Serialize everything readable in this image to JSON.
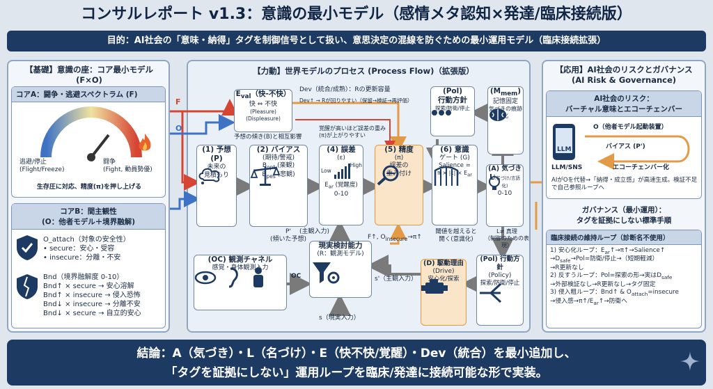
{
  "title": "コンサルレポート v1.3：意識の最小モデル（感情メタ認知×発達/臨床接続版）",
  "purpose": "目的：AI社会の「意味・納得」タグを制御信号として扱い、意思決定の混線を防ぐための最小運用モデル（臨床接続拡張）",
  "left": {
    "header": "【基礎】意識の座：コア最小モデル",
    "header2": "(F×O)",
    "coreA": {
      "title": "コアA：闘争・逃避スペクトラム (F)",
      "left_label": "逃避/停止",
      "left_label2": "(Flight/Freeze)",
      "right_label": "闘争",
      "right_label2": "(Fight, 動員勢優)",
      "caption": "生存圧に対応、精度(π)を押し上げる"
    },
    "coreB": {
      "title": "コアB：間主観性",
      "subtitle": "(O：他者モデル＋境界融解)",
      "o_attach": "O_attach（対象の安全性）",
      "secure": "• secure：安心・受容",
      "insecure": "• insecure：分離・不安",
      "bnd": "Bnd（境界融解度 0-10）",
      "rows": [
        "Bnd↑ × secure → 安心溶解",
        "Bnd↑ × insecure → 侵入恐怖",
        "Bnd↓ × insecure → 分離不安",
        "Bnd↓ × secure → 自立的安心"
      ]
    }
  },
  "center": {
    "header": "【力動】世界モデルのプロセス (Process Flow)（拡張版）",
    "eval": {
      "title": "E",
      "sub": "val",
      "title2": "（快-不快）",
      "kai": "快",
      "fukai": "不快",
      "pleasure": "(Pleasure)",
      "displeasure": "(Displeasure)",
      "note": "予想の傾き(B)と相互影響"
    },
    "dev": "Dev（統合/成熟）：Rの更新容量",
    "dev2": "Dev↑ → Rが回りやすい（保留→検証→再評価）",
    "arousal_note": "覚醒が高いほど誤差の重み(π)が上がりやすい",
    "pol_top": {
      "title": "(Pol)",
      "title2": "行動方針",
      "caption": "探索/防衛/停止"
    },
    "mmem": {
      "title": "(M",
      "sub": "mem",
      "title2": ")",
      "title3": "記憶固定",
      "caption": "気づきの痕跡化"
    },
    "n1": {
      "title": "(1) 予想",
      "title2": "(P)",
      "caption": "未来の",
      "caption2": "見積もり"
    },
    "n2": {
      "title": "(2) バイアス",
      "title2": "(期待/警戒)",
      "b_opt": "B",
      "b_opt_sub": "opt",
      "b_opt_t": " (楽観)",
      "b_pes": "B",
      "b_pes_sub": "pes",
      "b_pes_t": " (悲観)"
    },
    "n4": {
      "title": "(4) 誤差",
      "title2": "(ε)",
      "low": "Low",
      "high": "High",
      "ear": "E",
      "ear_sub": "ar",
      "ear_t": " (覚醒度)",
      "range": "0-10"
    },
    "n5": {
      "title": "(5) 精度",
      "title2": "(π)",
      "caption": "誤差の",
      "caption2": "重み付け"
    },
    "n6": {
      "title": "(6) 意識",
      "title2": "ゲート (G)",
      "salience": "Salience =",
      "formula": "π × |ε| × E",
      "formula_sub": "ar"
    },
    "nA": {
      "title": "(A) 気づき",
      "L": "L",
      "L_sub": "(名づけ/言語化)",
      "range": "0-10"
    },
    "p_prime": "P'",
    "p_prime2": "(傾いた予想)",
    "subj_in": "(主観入力)",
    "threshold": "閾値を越えると",
    "threshold2": "開く(意識化)",
    "f_line": "F↑, O",
    "f_line_sub": "insecure",
    "f_line2": "→π↑",
    "lsharp": "L≠ 真理",
    "lsharp2": "（制御のための表現）",
    "reality": {
      "title": "現実検討能力",
      "title2": "(R：観測モデル)"
    },
    "oc": {
      "title": "(OC) 観測チャネル",
      "caption": "感覚・身体観測入力"
    },
    "oc_arrow": "OC",
    "s_prime": "s'（主観入力）",
    "s_in": "s（現実入力）",
    "drive": {
      "title": "(D) 駆動理由",
      "title2": "(Drive)",
      "caption": "安心化/探索"
    },
    "policy": {
      "title": "(Pol) 行動方針",
      "title2": "(Policy)",
      "caption": "探索/防衛/停止"
    },
    "F": "F",
    "O": "O"
  },
  "right": {
    "header": "【応用】AI社会のリスクとガバナンス",
    "header2": "(AI Risk & Governance)",
    "risk_title": "AI社会のリスク：",
    "risk_title2": "バーチャル意味とエコーチェンバー",
    "o_other": "O（他者モデル起動装置）",
    "llm": "LLM",
    "llm_sns": "LLM/SNS",
    "bias": "バイアス (P')",
    "echo": "エコーチェンバー化",
    "risk_note": "AIがOを代替→「納得・成立感」が高速生成。検証不足で自己参照ループへ",
    "gov_title": "ガバナンス（最小運用）：",
    "gov_title2": "タグを証拠にしない標準手順",
    "loop_title": "臨床接続の維持ループ（診断名不使用）",
    "loops": [
      "1) 安心化ループ：E",
      "ar",
      "↑→π↑→Salience↑",
      "→D",
      "safe",
      "→Pol=防衛/停止→（短期軽減）",
      "→R更新なし",
      "2) 反すうループ：Pol=探索の形→実はD",
      "safe",
      "→外部検証なし→R更新なし→タグ固定",
      "3) 侵入粗ループ：Bnd↑ & O",
      "attach",
      "=insecure",
      "→侵入感→π↑/E",
      "ar",
      "↑→防衛へ"
    ]
  },
  "conclusion": {
    "line1": "結論：A（気づき）・L（名づけ）・E（快不快/覚醒）・Dev（統合）を最小追加し、",
    "line2": "「タグを証拠にしない」運用ループを臨床/発達に接続可能な形で実装。"
  },
  "colors": {
    "navy": "#1d3a63",
    "accent": "#e39a46",
    "red": "#d64533",
    "blue": "#3d72c4"
  }
}
